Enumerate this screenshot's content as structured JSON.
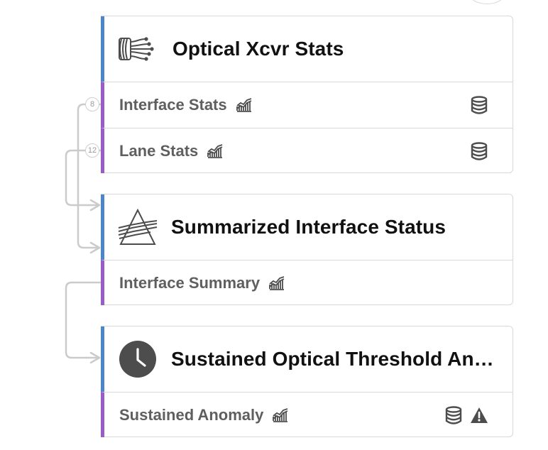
{
  "cards": [
    {
      "title": "Optical Xcvr Stats",
      "icon": "fiber-optic-icon",
      "rows": [
        {
          "label": "Interface Stats",
          "right_icons": [
            "database-icon"
          ]
        },
        {
          "label": "Lane Stats",
          "right_icons": [
            "database-icon"
          ]
        }
      ]
    },
    {
      "title": "Summarized Interface Status",
      "icon": "prism-icon",
      "rows": [
        {
          "label": "Interface Summary",
          "right_icons": []
        }
      ]
    },
    {
      "title": "Sustained Optical Threshold An…",
      "icon": "clock-icon",
      "rows": [
        {
          "label": "Sustained Anomaly",
          "right_icons": [
            "database-icon",
            "warning-icon"
          ]
        }
      ]
    }
  ],
  "connector_badges": [
    "8",
    "12"
  ],
  "colors": {
    "stage_accent": "#4a86c8",
    "row_accent": "#9a5cc6",
    "border": "#d9d9d9",
    "connector": "#c8c8c8",
    "icon": "#4d4d4d"
  }
}
